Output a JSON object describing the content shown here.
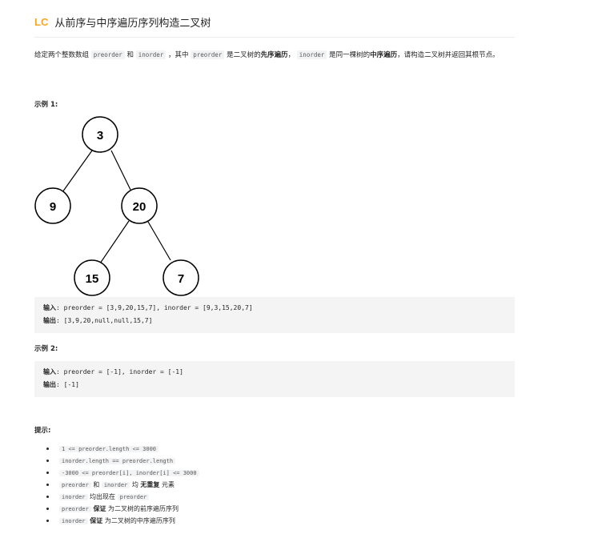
{
  "header": {
    "badge": "LC",
    "title": "从前序与中序遍历序列构造二叉树"
  },
  "description": {
    "p1": "给定两个整数数组 ",
    "code1": "preorder",
    "p2": " 和 ",
    "code2": "inorder",
    "p3": " ，其中 ",
    "code3": "preorder",
    "p4": " 是二叉树的",
    "bold1": "先序遍历",
    "p5": "， ",
    "code4": "inorder",
    "p6": " 是同一棵树的",
    "bold2": "中序遍历",
    "p7": "，请构造二叉树并返回其根节点。"
  },
  "example1": {
    "label": "示例 1:",
    "tree_nodes": [
      "3",
      "9",
      "20",
      "15",
      "7"
    ],
    "input_label": "输入",
    "input": ": preorder = [3,9,20,15,7], inorder = [9,3,15,20,7]",
    "output_label": "输出",
    "output": ": [3,9,20,null,null,15,7]"
  },
  "example2": {
    "label": "示例 2:",
    "input_label": "输入",
    "input": ": preorder = [-1], inorder = [-1]",
    "output_label": "输出",
    "output": ": [-1]"
  },
  "hints": {
    "label": "提示:",
    "items": [
      {
        "code": "1 <= preorder.length <= 3000"
      },
      {
        "code": "inorder.length == preorder.length"
      },
      {
        "code": "-3000 <= preorder[i], inorder[i] <= 3000"
      },
      {
        "code_a": "preorder",
        "t1": " 和 ",
        "code_b": "inorder",
        "t2": " 均 ",
        "bold": "无重复",
        "t3": " 元素"
      },
      {
        "code_a": "inorder",
        "t1": " 均出现在 ",
        "code_b": "preorder"
      },
      {
        "code_a": "preorder",
        "bold": " 保证",
        "t1": " 为二叉树的前序遍历序列"
      },
      {
        "code_a": "inorder",
        "bold": " 保证",
        "t1": " 为二叉树的中序遍历序列"
      }
    ]
  }
}
